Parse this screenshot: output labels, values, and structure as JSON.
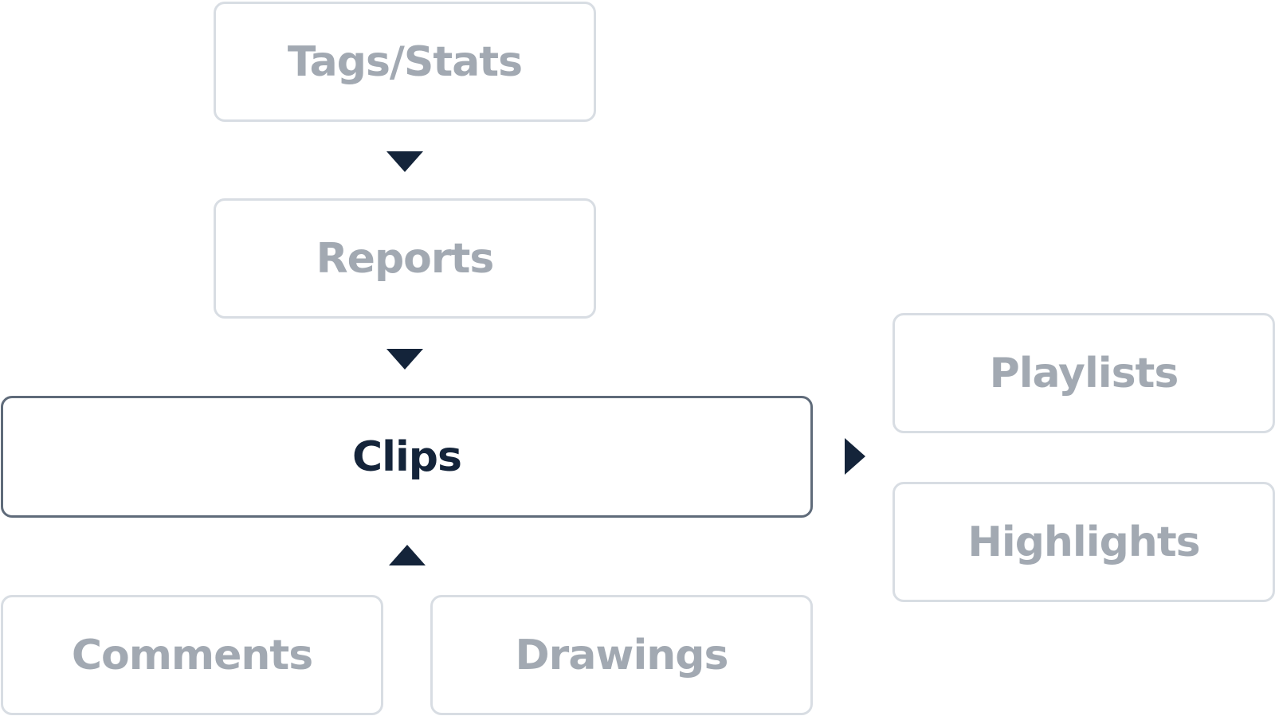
{
  "nodes": {
    "tags_stats": "Tags/Stats",
    "reports": "Reports",
    "clips": "Clips",
    "playlists": "Playlists",
    "highlights": "Highlights",
    "comments": "Comments",
    "drawings": "Drawings"
  },
  "colors": {
    "inactive_border": "#d8dde3",
    "inactive_text": "#a2a9b2",
    "active_border": "#5f6b7a",
    "active_text": "#14243a",
    "arrow": "#14243a"
  },
  "icons": {
    "arrow_down": "arrow-down-icon",
    "arrow_up": "arrow-up-icon",
    "arrow_right": "arrow-right-icon"
  }
}
